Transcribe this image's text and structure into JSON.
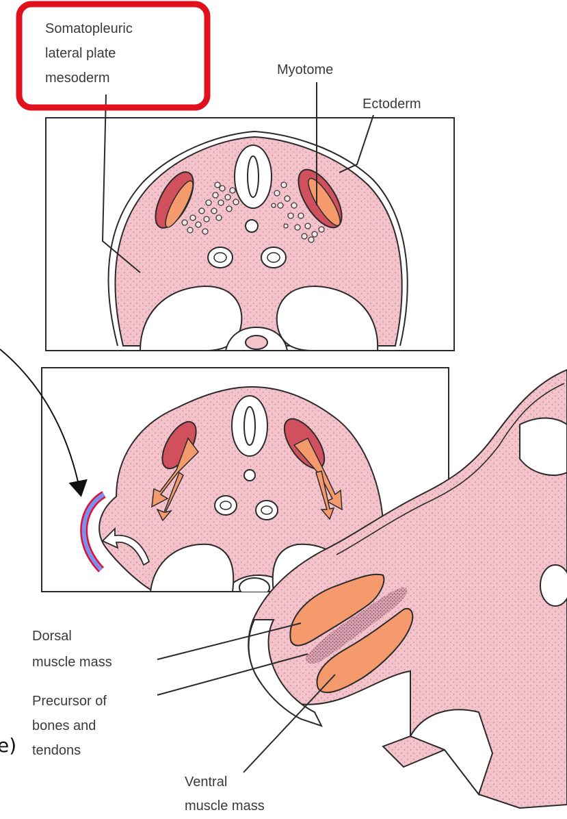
{
  "labels": {
    "somatopleuric": [
      "Somatopleuric",
      "lateral plate",
      "mesoderm"
    ],
    "myotome": "Myotome",
    "ectoderm": "Ectoderm",
    "dorsal_muscle_mass": [
      "Dorsal",
      "muscle mass"
    ],
    "precursor": [
      "Precursor of",
      "bones and",
      "tendons"
    ],
    "ventral_muscle_mass": [
      "Ventral",
      "muscle mass"
    ],
    "cropped_left_text": "e)"
  },
  "colors": {
    "tissue_fill": "#f4c2cb",
    "tissue_stroke": "#2a2a2a",
    "myotome_dark": "#d0505e",
    "myotome_light": "#f59a6c",
    "highlight_box": "#e0101e",
    "ectoderm_highlight_blue": "#7b8ff0",
    "ectoderm_highlight_red": "#e01030",
    "stipple": "#b07a84"
  }
}
